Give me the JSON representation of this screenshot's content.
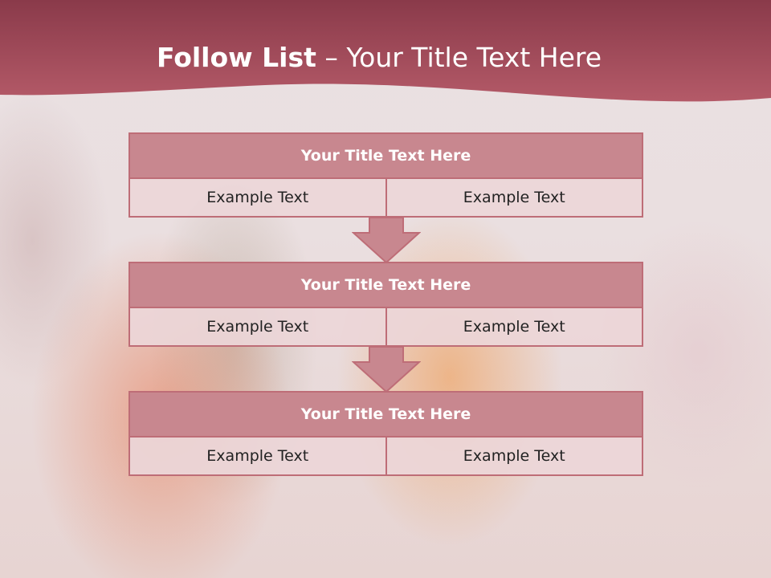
{
  "slide": {
    "title_bold": "Follow List",
    "title_rest": " – Your Title Text Here"
  },
  "blocks": [
    {
      "title": "Your Title Text Here",
      "left": "Example Text",
      "right": "Example Text"
    },
    {
      "title": "Your Title Text Here",
      "left": "Example Text",
      "right": "Example Text"
    },
    {
      "title": "Your Title Text Here",
      "left": "Example Text",
      "right": "Example Text"
    }
  ],
  "colors": {
    "header": "#a84a5a",
    "block_header": "#c8878f",
    "border": "#be6d77",
    "cell": "#ecd6d8"
  }
}
